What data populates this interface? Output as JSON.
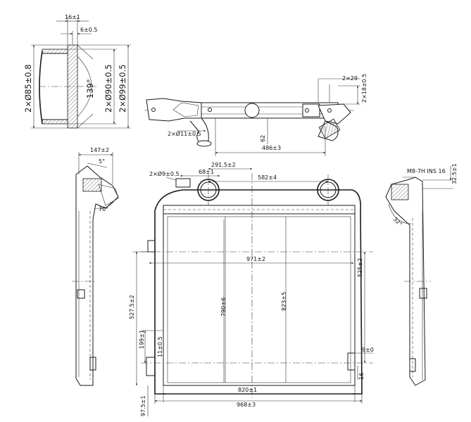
{
  "dimensions": {
    "flange_depth": "16±1",
    "flange_lip": "6±0.5",
    "dia_inner": "2×Ø85±0.8",
    "angle_139": "139°",
    "dia_mid": "2×Ø90±0.5",
    "dia_outer": "2×Ø99±0.5",
    "top_dim_29": "2×29",
    "top_dim_18": "2×18±0.5",
    "top_hole_11": "2×Ø11±0.5",
    "top_62": "62",
    "top_486": "486±3",
    "side_147": "147±2",
    "side_angle_5": "5°",
    "side_angle_70": "70°",
    "front_hole_9": "2×Ø9±0.5",
    "front_68": "68±1",
    "front_291": "291.5±2",
    "front_582": "582±4",
    "front_971": "971±2",
    "front_525": "525±2",
    "front_527": "527.5±2",
    "front_790": "790±6",
    "front_823": "823±5",
    "front_199": "199±1",
    "front_11": "11±0.5",
    "front_9": "9±0",
    "front_16": "16",
    "front_820": "820±1",
    "front_968": "968±3",
    "front_975": "97.5±1",
    "right_thread": "M8-7H INS 16",
    "right_325": "32.5±1",
    "right_angle_32": "32°"
  },
  "icons": {
    "flange": "pipe-flange-section",
    "top": "intercooler-top-view",
    "side": "intercooler-side-view",
    "front": "intercooler-front-view",
    "right": "intercooler-right-view"
  }
}
